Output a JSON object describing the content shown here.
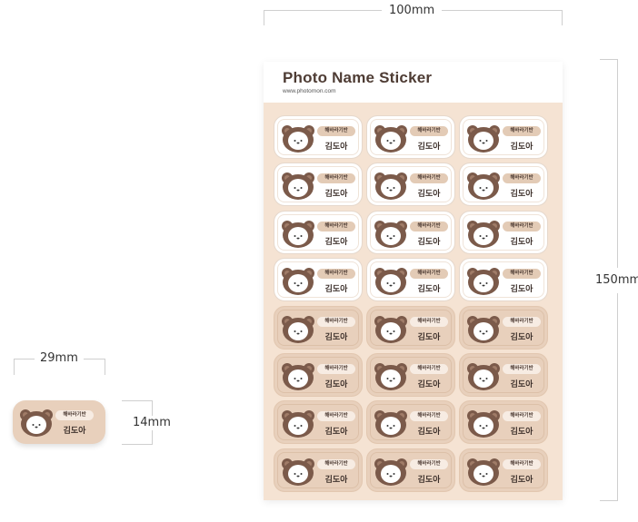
{
  "dimensions": {
    "sheet_width": "100mm",
    "sheet_height": "150mm",
    "sticker_width": "29mm",
    "sticker_height": "14mm"
  },
  "sheet": {
    "title": "Photo Name Sticker",
    "url": "www.photomon.com",
    "columns": 3,
    "rows": [
      {
        "style": "white"
      },
      {
        "style": "white"
      },
      {
        "style": "white"
      },
      {
        "style": "white"
      },
      {
        "style": "beige"
      },
      {
        "style": "beige"
      },
      {
        "style": "beige"
      },
      {
        "style": "beige"
      }
    ]
  },
  "sticker": {
    "tag": "해바라기반",
    "name": "김도아"
  },
  "colors": {
    "beige": "#e8d0bc",
    "sheet_bg": "#f5e3d3",
    "bear_brown": "#7b5a4a",
    "text_dark": "#4e3c34"
  },
  "icons": {
    "bear": "bear-face-icon"
  }
}
